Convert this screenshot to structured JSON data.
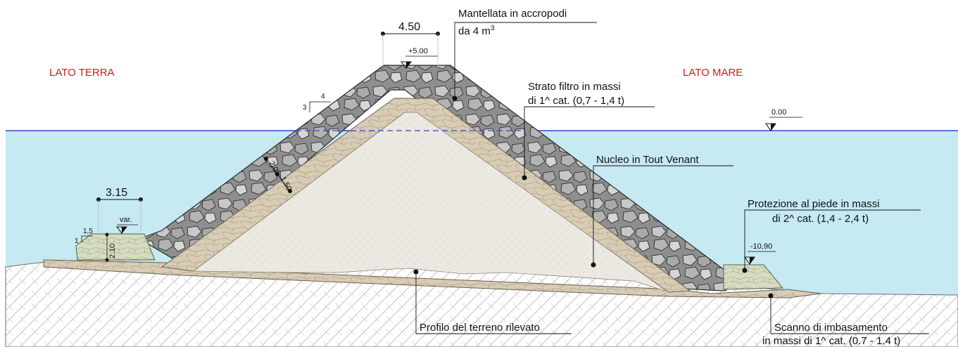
{
  "sides": {
    "land": "LATO TERRA",
    "sea": "LATO MARE"
  },
  "levels": {
    "crest": "+5.00",
    "mean_sea": "0.00",
    "toe": "-10,90",
    "berm_var": "var."
  },
  "dimensions": {
    "crest_width": "4.50",
    "berm_width": "3.15",
    "berm_height": "2.10",
    "armour_thickness": "2.05",
    "filter_thickness": "1.50",
    "slope_armour_h": "4",
    "slope_armour_v": "3",
    "slope_berm_h": "1,5",
    "slope_berm_v": "1"
  },
  "labels": {
    "armour_line1": "Mantellata in accropodi",
    "armour_line2": "da 4 m",
    "armour_sup": "3",
    "filter_line1": "Strato filtro in massi",
    "filter_line2": "di 1^ cat. (0,7 - 1,4 t)",
    "core": "Nucleo in Tout Venant",
    "toe_line1": "Protezione al piede in massi",
    "toe_line2": "di 2^ cat. (1,4 - 2,4 t)",
    "seabed": "Profilo del terreno rilevato",
    "bedding_line1": "Scanno di imbasamento",
    "bedding_line2": "in massi di 1^ cat. (0.7 - 1.4 t)"
  }
}
